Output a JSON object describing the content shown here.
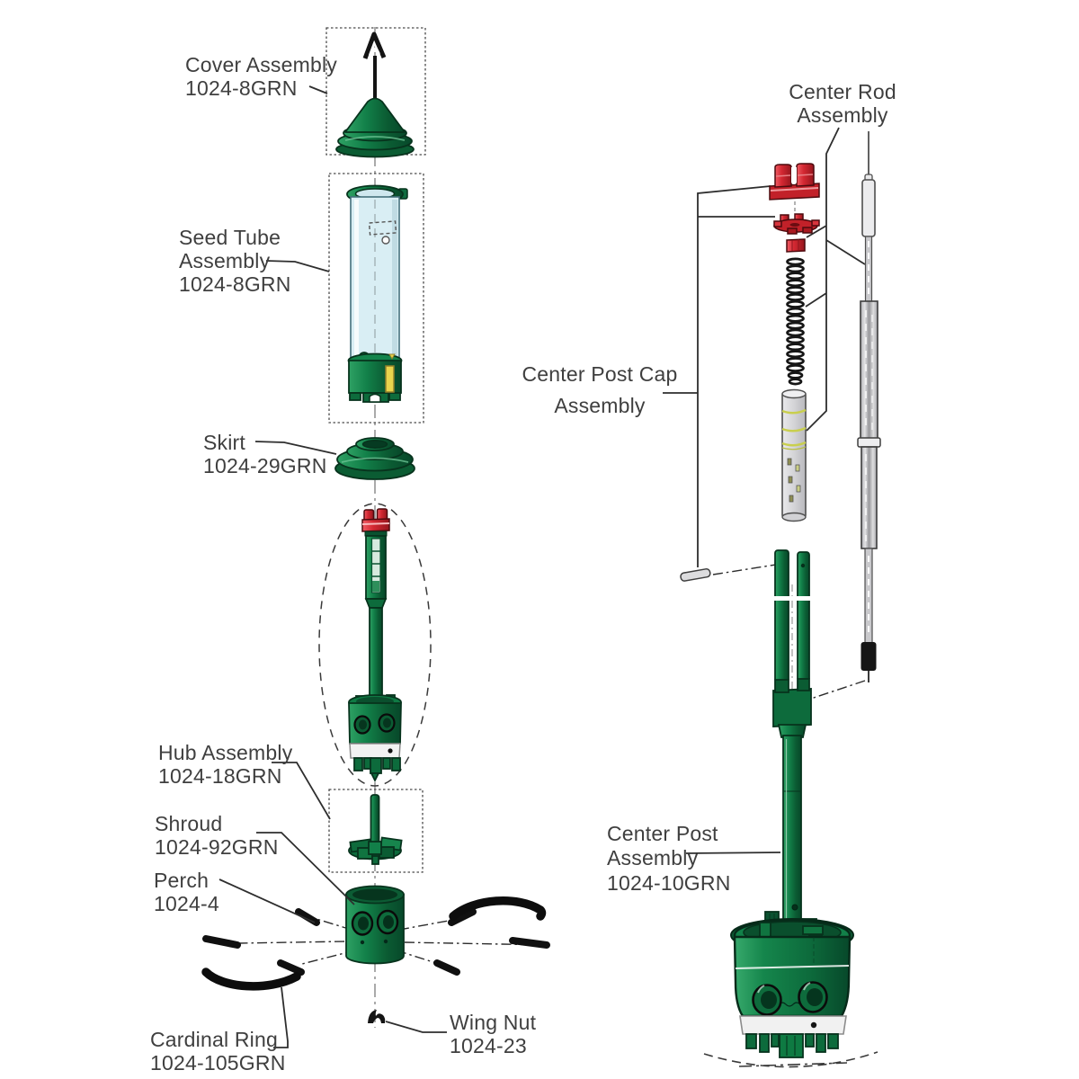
{
  "page": {
    "background": "#ffffff",
    "type": "exploded-parts-diagram"
  },
  "colors": {
    "green": "#128049",
    "green_dark": "#0a5130",
    "green_light": "#3fae6e",
    "red": "#d42832",
    "seed_tube_blue": "#d9eef4",
    "yellow": "#e8d44d",
    "gray_tube": "#d8d8da",
    "text": "#3f3f3f",
    "line": "#2e2e2e"
  },
  "labels": {
    "cover": {
      "l1": "Cover Assembly",
      "l2": "1024-8GRN"
    },
    "seed_tube": {
      "l1": "Seed Tube",
      "l2": "Assembly",
      "l3": "1024-8GRN"
    },
    "skirt": {
      "l1": "Skirt",
      "l2": "1024-29GRN"
    },
    "hub": {
      "l1": "Hub Assembly",
      "l2": "1024-18GRN"
    },
    "shroud": {
      "l1": "Shroud",
      "l2": "1024-92GRN"
    },
    "perch": {
      "l1": "Perch",
      "l2": "1024-4"
    },
    "cardinal_ring": {
      "l1": "Cardinal Ring",
      "l2": "1024-105GRN"
    },
    "wing_nut": {
      "l1": "Wing Nut",
      "l2": "1024-23"
    },
    "center_rod": {
      "l1": "Center Rod",
      "l2": "Assembly"
    },
    "center_post_cap": {
      "l1": "Center Post Cap",
      "l2": "Assembly"
    },
    "center_post": {
      "l1": "Center Post",
      "l2": "Assembly",
      "l3": "1024-10GRN"
    }
  }
}
